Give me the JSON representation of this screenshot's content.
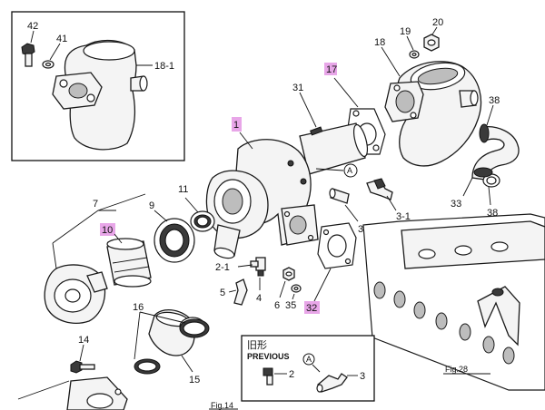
{
  "highlight_color": "#e8a6e8",
  "labels": {
    "p42": "42",
    "p41": "41",
    "p18_1": "18-1",
    "p20": "20",
    "p19": "19",
    "p18": "18",
    "p17": "17",
    "p31": "31",
    "p38a": "38",
    "p1": "1",
    "p11": "11",
    "p9": "9",
    "p7": "7",
    "p10": "10",
    "pA1": "A",
    "p3_1": "3-1",
    "p34": "34",
    "p33": "33",
    "p38b": "38",
    "p2_1": "2-1",
    "p5": "5",
    "p4": "4",
    "p6": "6",
    "p35": "35",
    "p32": "32",
    "p16": "16",
    "p14": "14",
    "p15": "15",
    "p_prev_2": "2",
    "p_prev_A": "A",
    "p_prev_3": "3"
  },
  "previous_box": {
    "title_jp": "旧形",
    "title_en": "PREVIOUS"
  },
  "figure_refs": {
    "fig28": "Fig.28",
    "fig14": "Fig.14"
  }
}
